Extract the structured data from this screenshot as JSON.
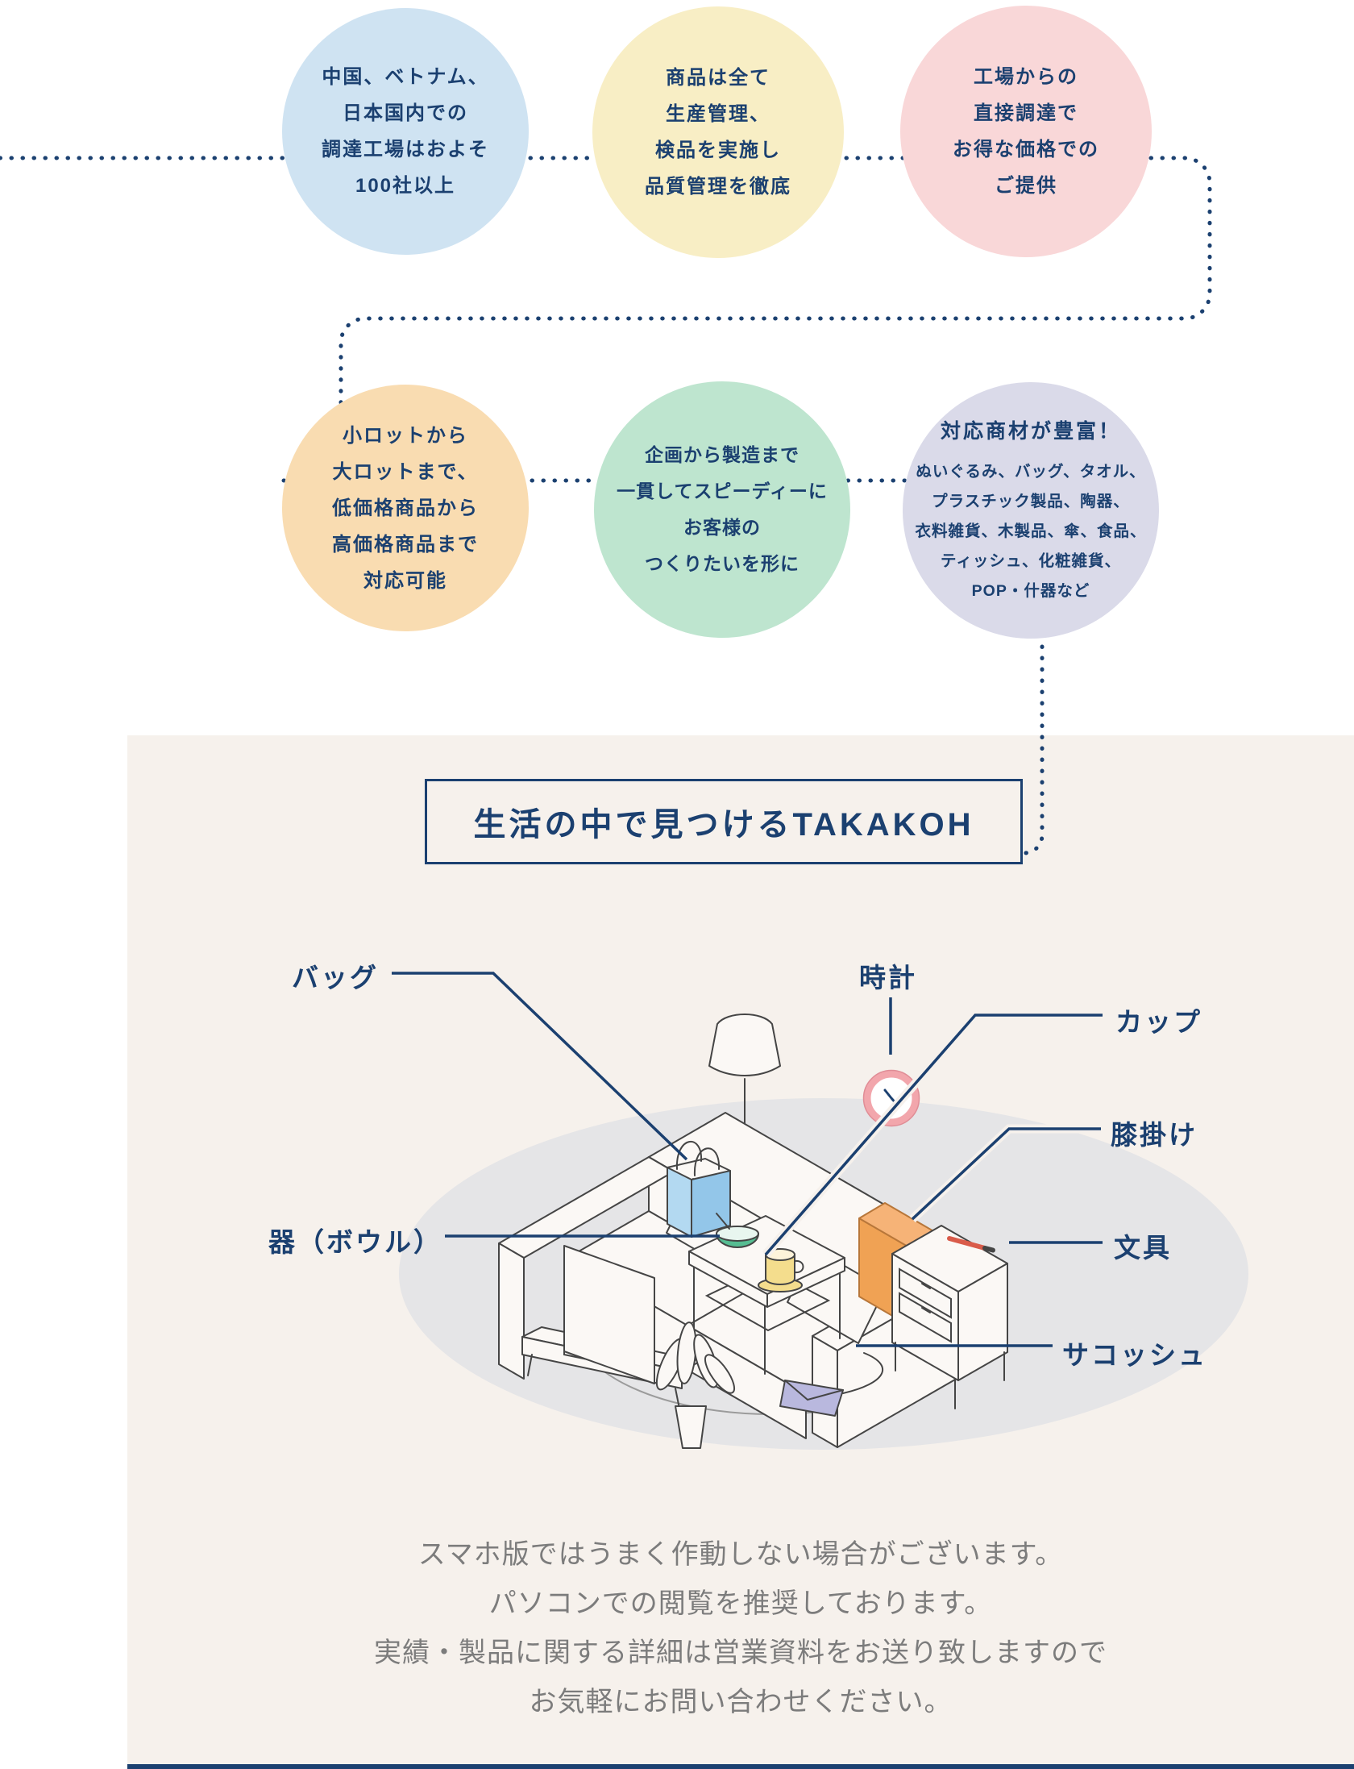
{
  "colors": {
    "navy": "#1b4070",
    "beige_panel": "#f6f1ec",
    "circle_blue": "#cfe3f2",
    "circle_yellow": "#f8eec5",
    "circle_pink": "#f9d7d8",
    "circle_orange": "#f9dcb1",
    "circle_green": "#bee5cf",
    "circle_purple": "#dadae9",
    "floor_gray": "#e5e5e7",
    "note_gray": "#7c7c7c",
    "bag_blue": "#a9d4ef",
    "bowl_green": "#56bd92",
    "cup_yellow": "#f4dd8d",
    "blanket_orange": "#f0a254",
    "clock_pink": "#f2a6ac",
    "pouch_purple": "#b9b8de",
    "pen_red": "#d95b4a"
  },
  "feature_circles": [
    {
      "text": "中国、ベトナム、\n日本国内での\n調達工場はおよそ\n100社以上"
    },
    {
      "text": "商品は全て\n生産管理、\n検品を実施し\n品質管理を徹底"
    },
    {
      "text": "工場からの\n直接調達で\nお得な価格での\nご提供"
    },
    {
      "text": "小ロットから\n大ロットまで、\n低価格商品から\n高価格商品まで\n対応可能"
    },
    {
      "text": "企画から製造まで\n一貫してスピーディーに\nお客様の\nつくりたいを形に"
    },
    {
      "title": "対応商材が豊富！",
      "body": "ぬいぐるみ、バッグ、タオル、\nプラスチック製品、陶器、\n衣料雑貨、木製品、傘、食品、\nティッシュ、化粧雑貨、\nPOP・什器など"
    }
  ],
  "lifestyle": {
    "heading": "生活の中で見つけるTAKAKOH",
    "labels": {
      "bag": "バッグ",
      "clock": "時計",
      "cup": "カップ",
      "blanket": "膝掛け",
      "bowl": "器（ボウル）",
      "stationery": "文具",
      "sacoche": "サコッシュ"
    }
  },
  "note": {
    "text": "スマホ版ではうまく作動しない場合がございます。\nパソコンでの閲覧を推奨しております。\n実績・製品に関する詳細は営業資料をお送り致しますので\nお気軽にお問い合わせください。"
  }
}
